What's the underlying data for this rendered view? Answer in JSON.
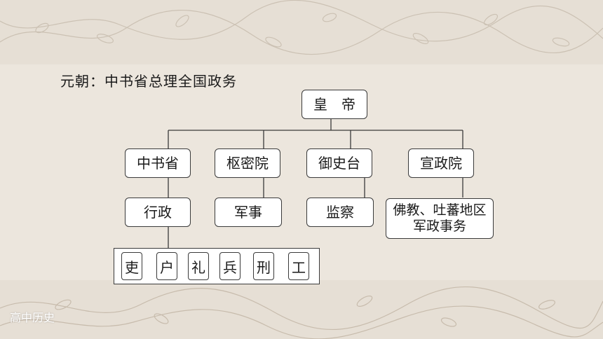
{
  "title": "元朝：中书省总理全国政务",
  "diagram": {
    "root": "皇　帝",
    "branches": [
      "中书省",
      "枢密院",
      "御史台",
      "宣政院"
    ],
    "functions": [
      "行政",
      "军事",
      "监察",
      "佛教、吐蕃地区军政事务"
    ],
    "ministries": [
      "吏",
      "户",
      "礼",
      "兵",
      "刑",
      "工"
    ]
  },
  "footer": "高中历史",
  "colors": {
    "background": "#ece6dd",
    "box_fill": "#ffffff",
    "line": "#3a3a3a"
  }
}
